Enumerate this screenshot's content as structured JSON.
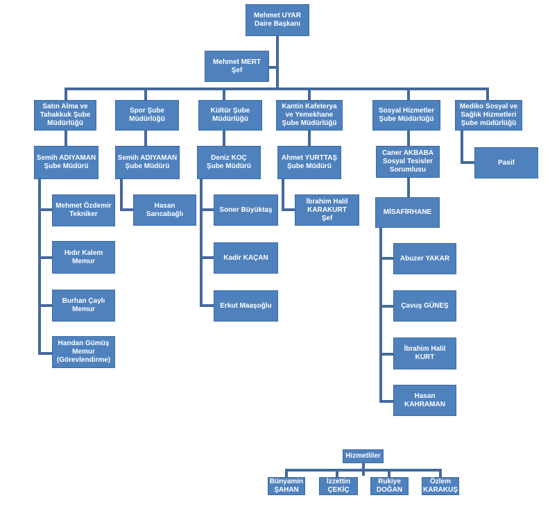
{
  "head": {
    "name": "Mehmet UYAR",
    "title": "Daire Başkanı"
  },
  "assistant": {
    "name": "Mehmet MERT",
    "title": "Şef"
  },
  "departments": [
    {
      "line1": "Satın Alma ve",
      "line2": "Tahakkuk Şube",
      "line3": "Müdürlüğü"
    },
    {
      "line1": "Spor Şube",
      "line2": "Müdürlüğü"
    },
    {
      "line1": "Kültür Şube",
      "line2": "Müdürlüğü"
    },
    {
      "line1": "Kantin Kafeterya",
      "line2": "ve Yemekhane",
      "line3": "Şube Müdürlüğü"
    },
    {
      "line1": "Sosyal Hizmetler",
      "line2": "Şube Müdürlüğü"
    },
    {
      "line1": "Mediko Sosyal ve",
      "line2": "Sağlık Hizmetleri",
      "line3": "Şube müdürlüğü"
    }
  ],
  "managers": [
    {
      "line1": "Semih ADIYAMAN",
      "line2": "Şube Müdürü"
    },
    {
      "line1": "Semih ADIYAMAN",
      "line2": "Şube Müdürü"
    },
    {
      "line1": "Deniz KOÇ",
      "line2": "Şube Müdürü"
    },
    {
      "line1": "Ahmet YURTTAŞ",
      "line2": "Şube Müdürü"
    },
    {
      "line1": "Caner AKBABA",
      "line2": "Sosyal Tesisler",
      "line3": "Sorumlusu"
    },
    {
      "line1": "Pasif"
    }
  ],
  "staff_satinalma": [
    {
      "line1": "Mehmet Özdemir",
      "line2": "Tekniker"
    },
    {
      "line1": "Hıdır Kalem",
      "line2": "Memur"
    },
    {
      "line1": "Burhan Çaylı",
      "line2": "Memur"
    },
    {
      "line1": "Handan Gümüş",
      "line2": "Memur",
      "line3": "(Görevlendirme)"
    }
  ],
  "staff_spor": [
    {
      "line1": "Hasan Sarıcabağlı"
    }
  ],
  "staff_kultur": [
    {
      "line1": "Soner Büyüktaş"
    },
    {
      "line1": "Kadir KAÇAN"
    },
    {
      "line1": "Erkut Maaşoğlu"
    }
  ],
  "staff_kantin": [
    {
      "line1": "İbrahim Halil",
      "line2": "KARAKURT",
      "line3": "Şef"
    }
  ],
  "misafirhane": {
    "label": "MİSAFİRHANE"
  },
  "staff_misafirhane": [
    {
      "line1": "Abuzer YAKAR"
    },
    {
      "line1": "Çavuş GÜNEŞ"
    },
    {
      "line1": "İbrahim Halil KURT"
    },
    {
      "line1": "Hasan KAHRAMAN"
    }
  ],
  "servants": {
    "label": "Hizmetliler",
    "members": [
      {
        "line1": "Bünyamin",
        "line2": "ŞAHAN"
      },
      {
        "line1": "İzzettin",
        "line2": "ÇEKİÇ"
      },
      {
        "line1": "Rukiye",
        "line2": "DOĞAN"
      },
      {
        "line1": "Özlem",
        "line2": "KARAKUŞ"
      }
    ]
  }
}
